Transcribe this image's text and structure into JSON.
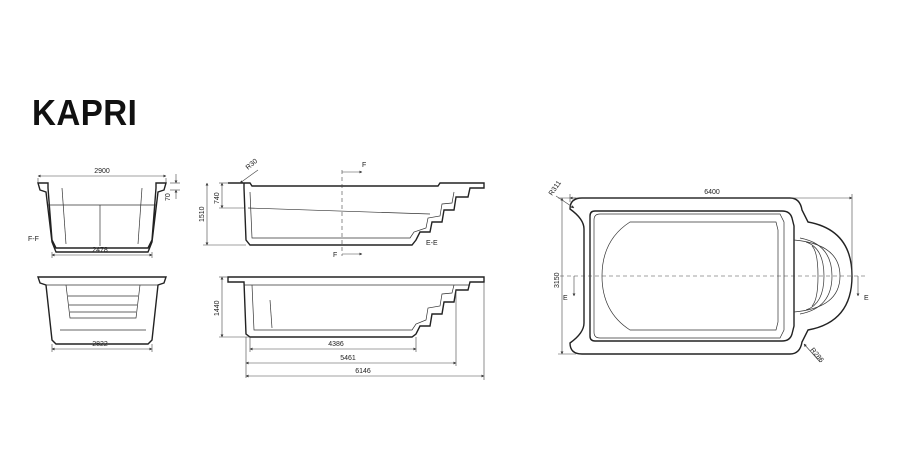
{
  "title": "KAPRI",
  "colors": {
    "line": "#222222",
    "background": "#ffffff"
  },
  "labels": {
    "front_top_width": "2900",
    "front_rim": "70",
    "front_bottom_width": "2478",
    "section_ff": "F-F",
    "front_lower_width": "2822",
    "side_radius": "R30",
    "side_depth_shallow": "740",
    "side_depth_total": "1510",
    "section_f_top": "F",
    "section_f_bottom": "F",
    "section_ee": "E-E",
    "lower_depth": "1440",
    "lower_len_a": "4386",
    "lower_len_b": "5461",
    "lower_len_c": "6146",
    "plan_radius_top": "R311",
    "plan_length": "6400",
    "plan_width": "3150",
    "plan_e_left": "E",
    "plan_e_right": "E",
    "plan_radius_bottom": "R286"
  }
}
